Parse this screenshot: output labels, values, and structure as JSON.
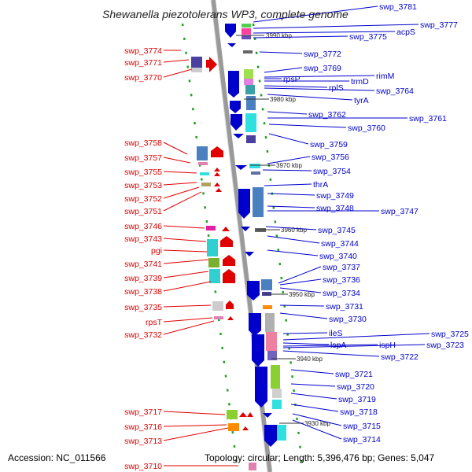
{
  "title": "Shewanella piezotolerans WP3, complete genome",
  "accession": "Accession: NC_011566",
  "topology": "Topology: circular; Length: 5,396,476 bp; Genes: 5,047",
  "colors": {
    "reverse_strand": "#e00000",
    "forward_strand": "#0000cc"
  },
  "kbp_marks": [
    "3990 kbp",
    "3980 kbp",
    "3970 kbp",
    "3960 kbp",
    "3950 kbp",
    "3940 kbp",
    "3930 kbp"
  ],
  "left_labels": [
    "swp_3774",
    "swp_3771",
    "swp_3770",
    "swp_3758",
    "swp_3757",
    "swp_3755",
    "swp_3753",
    "swp_3752",
    "swp_3751",
    "swp_3746",
    "swp_3743",
    "pgi",
    "swp_3741",
    "swp_3739",
    "swp_3738",
    "swp_3735",
    "rpsT",
    "swp_3732",
    "swp_3717",
    "swp_3716",
    "swp_3713",
    "swp_3710"
  ],
  "right_labels": [
    "swp_3781",
    "swp_3777",
    "acpS",
    "swp_3775",
    "swp_3772",
    "swp_3769",
    "rimM",
    "rpsP",
    "trmD",
    "rplS",
    "swp_3764",
    "tyrA",
    "swp_3762",
    "swp_3761",
    "swp_3760",
    "swp_3759",
    "swp_3756",
    "swp_3754",
    "thrA",
    "swp_3749",
    "swp_3748",
    "swp_3747",
    "swp_3745",
    "swp_3744",
    "swp_3740",
    "swp_3737",
    "swp_3736",
    "swp_3734",
    "swp_3731",
    "swp_3730",
    "ileS",
    "swp_3725",
    "lspA",
    "ispH",
    "swp_3723",
    "swp_3722",
    "swp_3721",
    "swp_3720",
    "swp_3719",
    "swp_3718",
    "swp_3715",
    "swp_3714"
  ]
}
